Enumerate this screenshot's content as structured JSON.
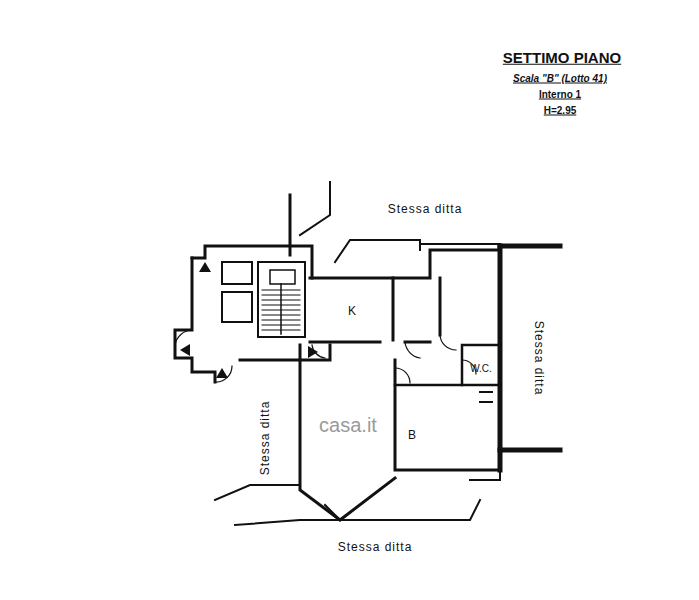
{
  "diagram": {
    "title": "SETTIMO PIANO",
    "labels": [
      "Scala \"B\" (Lotto 41)",
      "Interno 1",
      "H=2.95",
      "Stessa ditta",
      "K",
      "Stessa ditta",
      "W.C.",
      "Stessa ditta",
      "B",
      "casa.it",
      "Stessa ditta"
    ]
  }
}
